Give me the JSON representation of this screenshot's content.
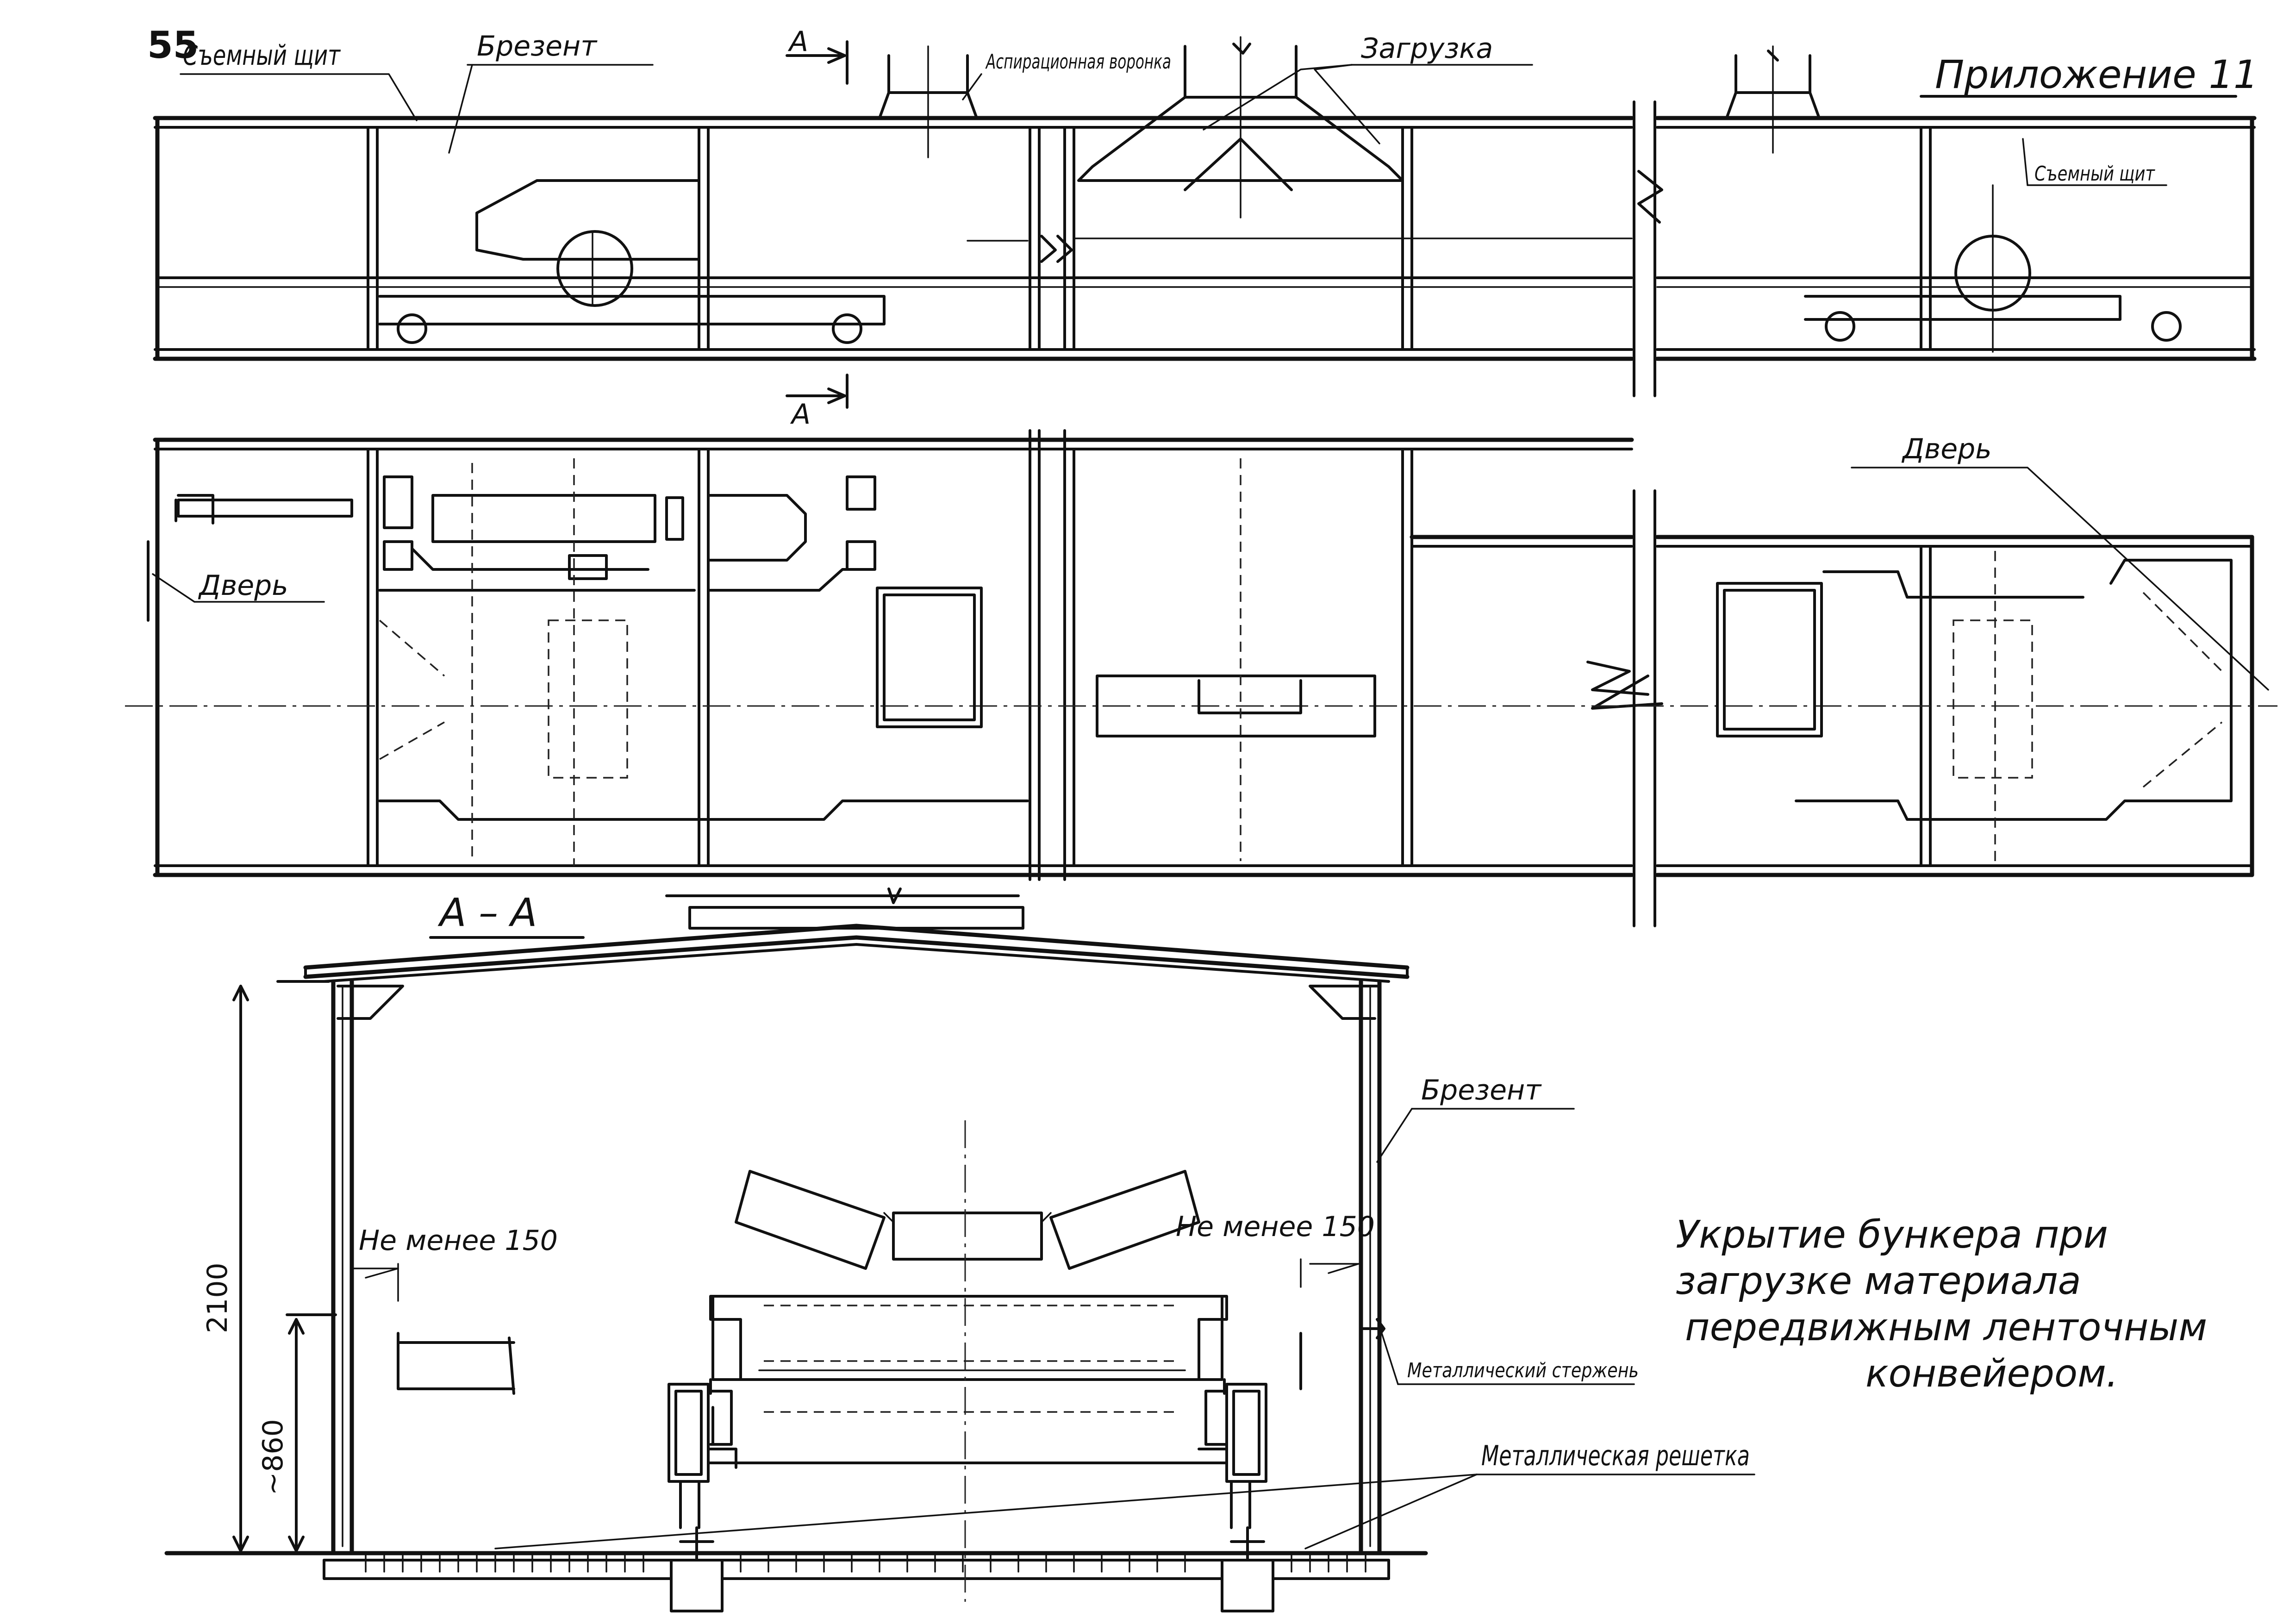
{
  "sheet": {
    "page_number": "55",
    "appendix": "Приложение 11",
    "section_label": "А – А",
    "section_mark": "А"
  },
  "labels": {
    "removable_shield_left": "Съемный щит",
    "tarpaulin_top": "Брезент",
    "aspiration_funnel": "Аспирационная воронка",
    "loading": "Загрузка",
    "removable_shield_right": "Съемный щит",
    "door_left": "Дверь",
    "door_right": "Дверь",
    "tarpaulin_section": "Брезент",
    "clearance_left": "Не менее 150",
    "clearance_right": "Не менее 150",
    "metal_rod": "Металлический стержень",
    "metal_grating": "Металлическая решетка"
  },
  "dimensions": {
    "height_total": "2100",
    "height_rail": "~860"
  },
  "caption": {
    "line1": "Укрытие бункера при",
    "line2": "загрузке материала",
    "line3": "передвижным ленточным",
    "line4": "конвейером."
  }
}
